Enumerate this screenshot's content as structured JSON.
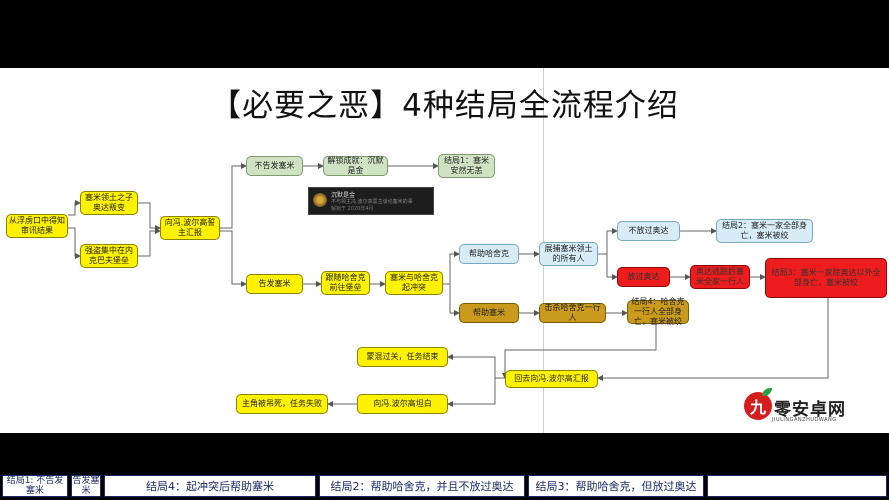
{
  "page": {
    "title": "【必要之恶】4种结局全流程介绍"
  },
  "nodes": {
    "n1": "从浮虏口中得知审讯结果",
    "n2": "塞米领土之子奥达叛变",
    "n3": "强盗集中在内克巴夫堡垒",
    "n4": "向冯.波尔高誓主汇报",
    "n5": "不告发塞米",
    "n6": "解锁成就：沉默是金",
    "n7": "结局1：塞米安然无恙",
    "n8": "告发塞米",
    "n9": "跟随哈舍克前往堡垒",
    "n10": "塞米与哈舍克起冲突",
    "n11": "帮助哈舍克",
    "n12": "展捕塞米领土的所有人",
    "n13": "不放过奥达",
    "n14": "结局2：塞米一家全部身亡，塞米被绞",
    "n15": "放过奥达",
    "n16": "奥达逃跑后塞米全家一行人",
    "n17": "结局3：塞米一家除奥达以外全部身亡，塞米被绞",
    "n18": "帮助塞米",
    "n19": "击杀哈舍克一行人",
    "n20": "结局4：哈舍克一行人全部身亡，塞米被绞",
    "n21": "回去向冯.波尔高汇报",
    "n22": "蒙混过关，任务结束",
    "n23": "向冯.波尔高坦白",
    "n24": "主角被吊死，任务失败"
  },
  "achievement": {
    "name": "沉默是金",
    "desc": "不与领主冯.波尔高誓主谈论塞米的事",
    "meta": "解锁于 2020年4月"
  },
  "logo": {
    "name": "零安卓网",
    "char": "九",
    "sub": "JIULINGANZHUOWANG"
  },
  "bottom_tabs": [
    {
      "label": "结局1: 不告发塞米"
    },
    {
      "label": "告发塞米"
    },
    {
      "label": "结局4：起冲突后帮助塞米"
    },
    {
      "label": "结局2：帮助哈舍克，并且不放过奥达"
    },
    {
      "label": "结局3：帮助哈舍克，但放过奥达"
    }
  ]
}
